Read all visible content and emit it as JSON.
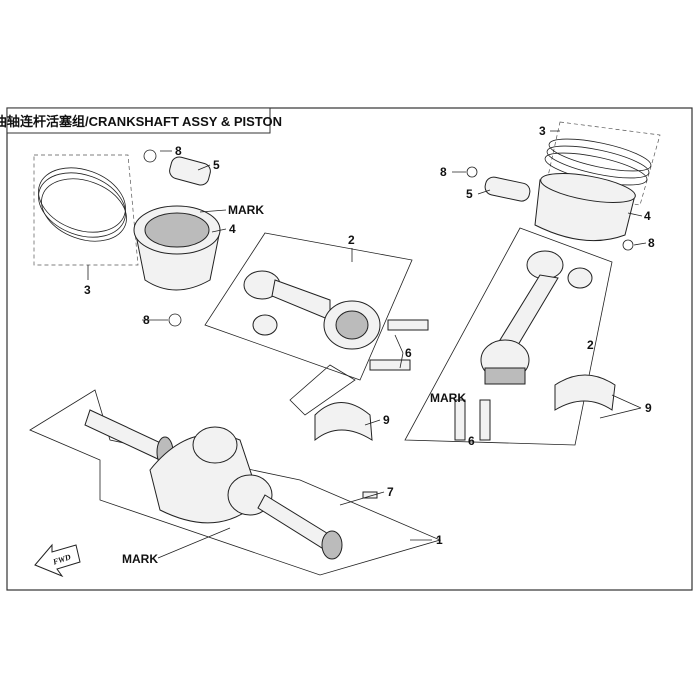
{
  "title": "曲轴连杆活塞组/CRANKSHAFT ASSY & PISTON",
  "fwd_label": "FWD",
  "callouts": {
    "left_circlip_top": "8",
    "left_pin": "5",
    "left_mark": "MARK",
    "left_piston": "4",
    "left_rings": "3",
    "left_circlip_bottom": "8",
    "center_rod": "2",
    "center_bolts": "6",
    "center_bearing": "9",
    "right_rings": "3",
    "right_circlip_top": "8",
    "right_pin": "5",
    "right_piston": "4",
    "right_circlip_bottom": "8",
    "right_rod": "2",
    "right_mark": "MARK",
    "right_bolts": "6",
    "right_bearing": "9",
    "key": "7",
    "crankshaft": "1",
    "crank_mark": "MARK"
  }
}
